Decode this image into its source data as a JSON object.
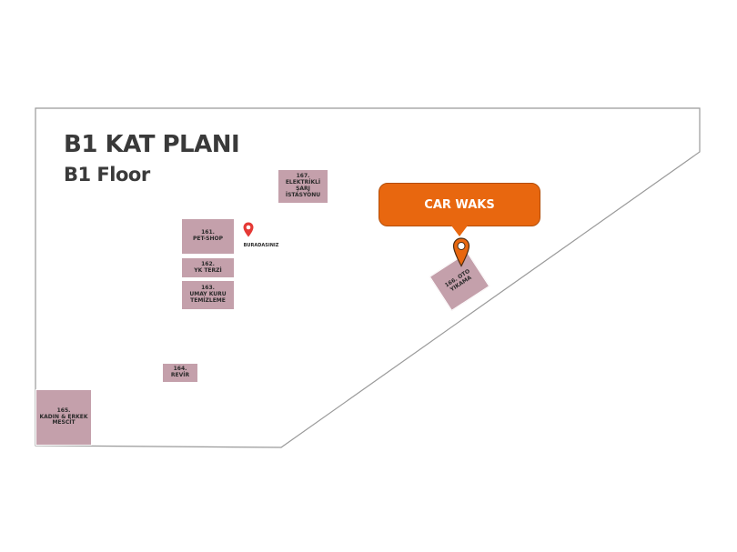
{
  "title_tr": "B1 KAT PLANI",
  "title_en": "B1 Floor",
  "colors": {
    "unit_fill": "#c4a0ab",
    "outline": "#9a9a9a",
    "highlight": "#e8670f",
    "pin_red": "#e53935"
  },
  "units": {
    "u161": {
      "number": "161.",
      "name": "PET-SHOP"
    },
    "u162": {
      "number": "162.",
      "name": "YK TERZİ"
    },
    "u163": {
      "number": "163.",
      "name_line1": "UMAY KURU",
      "name_line2": "TEMİZLEME"
    },
    "u164": {
      "number": "164.",
      "name": "REVİR"
    },
    "u165": {
      "number": "165.",
      "name_line1": "KADIN & ERKEK",
      "name_line2": "MESCİT"
    },
    "u166": {
      "number": "166. OTO",
      "name": "YIKAMA"
    },
    "u167": {
      "number": "167.",
      "name_line1": "ELEKTRİKLİ",
      "name_line2": "ŞARJ",
      "name_line3": "İSTASYONU"
    }
  },
  "you_are_here": {
    "label": "BURADASINIZ",
    "icon": "location-pin-icon"
  },
  "highlight": {
    "label": "CAR WAKS",
    "icon": "map-marker-icon"
  }
}
